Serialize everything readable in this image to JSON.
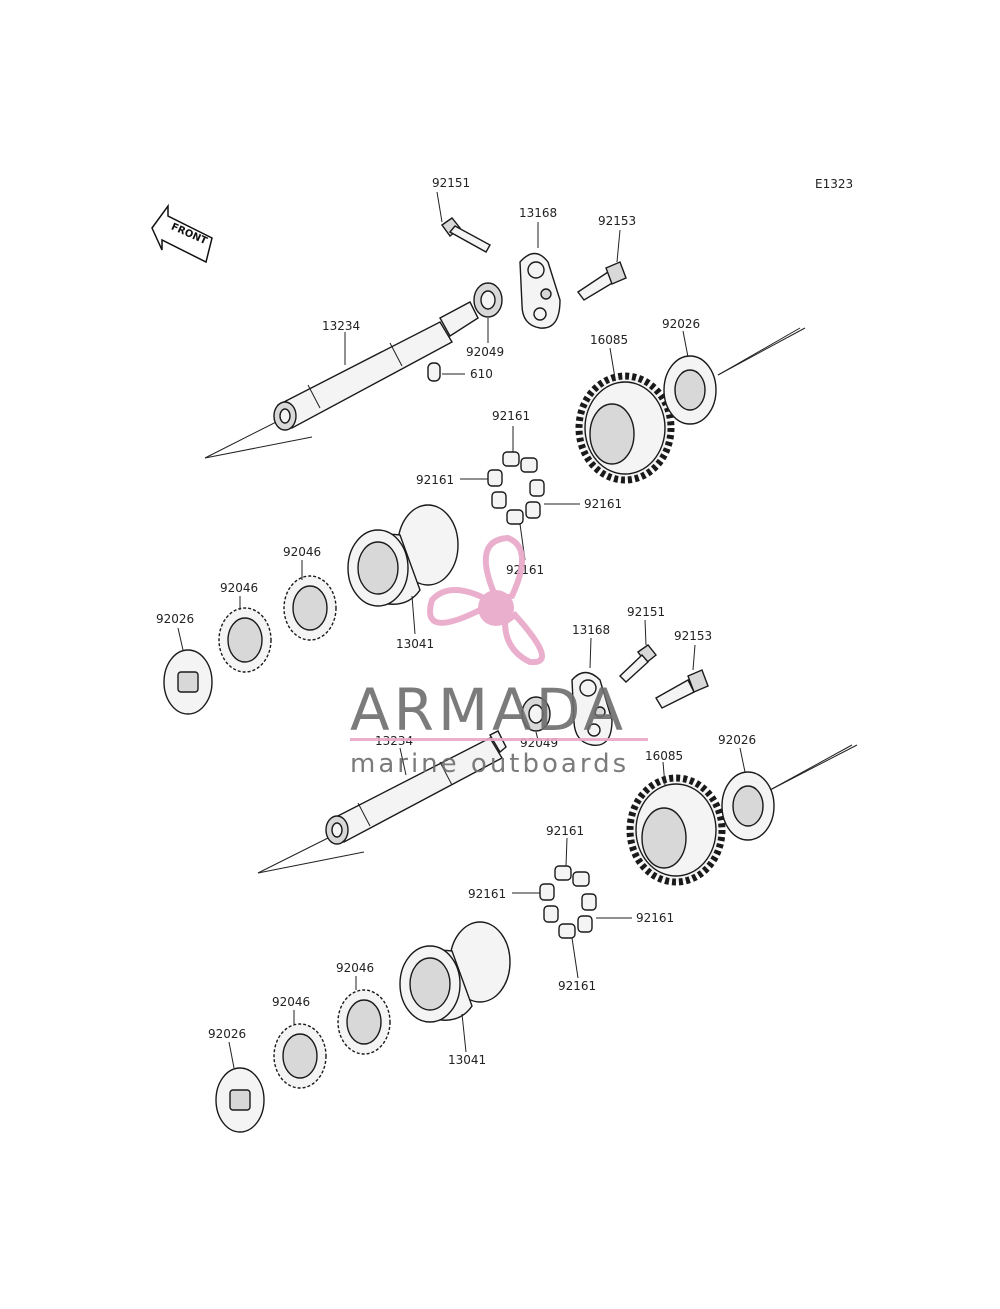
{
  "diagram_code": "E1323",
  "front_label": "FRONT",
  "watermark": {
    "brand": "ARMADA",
    "tagline": "marine outboards",
    "color": "#e8a7c8",
    "text_color": "#6d6d6d"
  },
  "labels": {
    "a_92151": "92151",
    "a_13168": "13168",
    "a_92153": "92153",
    "a_13234": "13234",
    "a_92049": "92049",
    "a_610": "610",
    "a_16085": "16085",
    "a_92026_r": "92026",
    "a_92161_t": "92161",
    "a_92161_l": "92161",
    "a_92161_r": "92161",
    "a_92161_b": "92161",
    "a_92046_1": "92046",
    "a_92046_2": "92046",
    "a_92026_l": "92026",
    "a_13041": "13041",
    "b_92151": "92151",
    "b_13168": "13168",
    "b_92153": "92153",
    "b_13234": "13234",
    "b_92049": "92049",
    "b_16085": "16085",
    "b_92026_r": "92026",
    "b_92161_t": "92161",
    "b_92161_l": "92161",
    "b_92161_r": "92161",
    "b_92161_b": "92161",
    "b_92046_1": "92046",
    "b_92046_2": "92046",
    "b_92026_l": "92026",
    "b_13041": "13041"
  }
}
